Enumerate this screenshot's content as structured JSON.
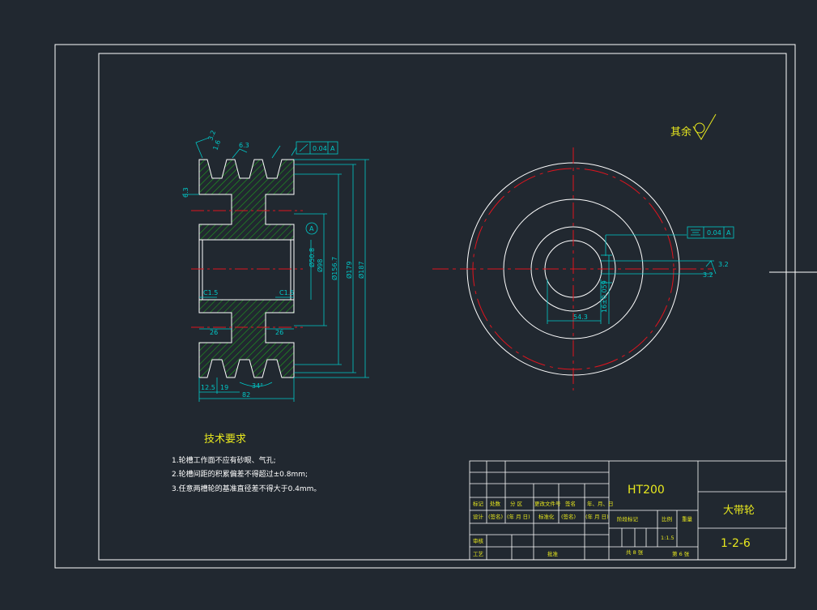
{
  "drawing": {
    "colors": {
      "background": "#212830",
      "outline": "#ffffff",
      "dimension": "#00c8c8",
      "centerline": "#e0141e",
      "hatch": "#1ea01e",
      "text_yellow": "#e8e81e"
    },
    "section_view": {
      "roughness_groove_top": "3.2",
      "roughness_groove_top2": "1.6",
      "roughness_top": "6.3",
      "roughness_left": "6.3",
      "tolerance_runout": "0.04",
      "tolerance_datum": "A",
      "datum_label": "A",
      "dims": {
        "bore": "Ø50.8",
        "d98": "Ø98",
        "d156": "Ø156.7",
        "d179": "Ø179",
        "d187": "Ø187",
        "chamfer_left": "C1.5",
        "chamfer_right": "C1.5",
        "hub_left": "26",
        "hub_right": "26",
        "edge": "12.5",
        "pitch": "19",
        "angle": "34°",
        "width": "82"
      }
    },
    "end_view": {
      "dim_keyway_width": "54.3",
      "dim_keyway_depth": "16±0.059",
      "tolerance_symmetry": "0.04",
      "tolerance_datum": "A",
      "roughness_1": "3.2",
      "roughness_2": "3.2"
    },
    "other_roughness_label": "其余",
    "tech_requirements": {
      "title": "技术要求",
      "items": [
        "1.轮槽工作面不应有砂眼、气孔;",
        "2.轮槽间距的积累偏差不得超过±0.8mm;",
        "3.任意两槽轮的基准直径差不得大于0.4mm。"
      ]
    },
    "title_block": {
      "material": "HT200",
      "part_name": "大带轮",
      "drawing_no": "1-2-6",
      "scale_label": "比例",
      "scale": "1:1.5",
      "weight_label": "重量",
      "stage_label": "阶段标记",
      "sheets_total": "共 8 张",
      "sheet_no": "第 6 张",
      "row1": [
        "标记",
        "处数",
        "分 区",
        "更改文件号",
        "签名",
        "年、月、日"
      ],
      "row2": [
        "设计",
        "(签名)",
        "(年 月 日)",
        "标准化",
        "(签名)",
        "(年 月 日)"
      ],
      "row3": [
        "审核"
      ],
      "row4": [
        "工艺",
        "批准"
      ]
    }
  }
}
